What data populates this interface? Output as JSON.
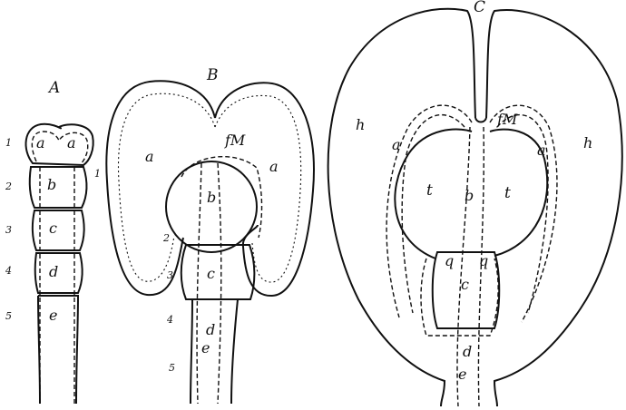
{
  "figures": {
    "A": {
      "title": "A",
      "segment_numbers": [
        "1",
        "2",
        "3",
        "4",
        "5"
      ],
      "labels": {
        "a_left": "a",
        "a_right": "a",
        "b": "b",
        "c": "c",
        "d": "d",
        "e": "e"
      }
    },
    "B": {
      "title": "B",
      "segment_numbers": [
        "1",
        "2",
        "3",
        "4",
        "5"
      ],
      "labels": {
        "fM": "fM",
        "a_left": "a",
        "a_right": "a",
        "b": "b",
        "c": "c",
        "d": "d",
        "e": "e"
      }
    },
    "C": {
      "title": "C",
      "labels": {
        "h_left": "h",
        "h_right": "h",
        "fM": "fM",
        "a_left": "a",
        "a_right": "a",
        "t_left": "t",
        "b": "b",
        "t_right": "t",
        "q_left": "q",
        "q_right": "q",
        "c": "c",
        "d": "d",
        "e": "e"
      }
    }
  }
}
